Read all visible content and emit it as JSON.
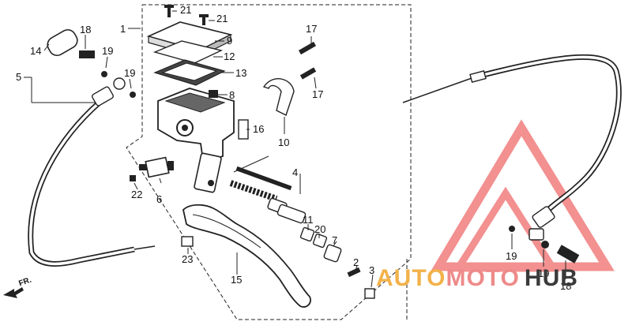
{
  "diagram": {
    "part_labels": {
      "p1": "1",
      "p2": "2",
      "p3": "3",
      "p4": "4",
      "p5": "5",
      "p6": "6",
      "p7": "7",
      "p8": "8",
      "p9": "9",
      "p10": "10",
      "p11": "11",
      "p12": "12",
      "p13": "13",
      "p14": "14",
      "p15": "15",
      "p16": "16",
      "p17a": "17",
      "p17b": "17",
      "p18a": "18",
      "p18b": "18",
      "p19a": "19",
      "p19b": "19",
      "p19c": "19",
      "p19d": "19",
      "p20": "20",
      "p21a": "21",
      "p21b": "21",
      "p22": "22",
      "p23": "23"
    },
    "direction_label": "FR."
  },
  "watermark": {
    "part1": "AUTO",
    "part2": "MOTO",
    "part3": "HUB",
    "colors": {
      "auto": "#f2b24a",
      "moto": "#ee8a8a",
      "hub": "#3a3a3a",
      "logo": "#ef6b6b"
    }
  }
}
